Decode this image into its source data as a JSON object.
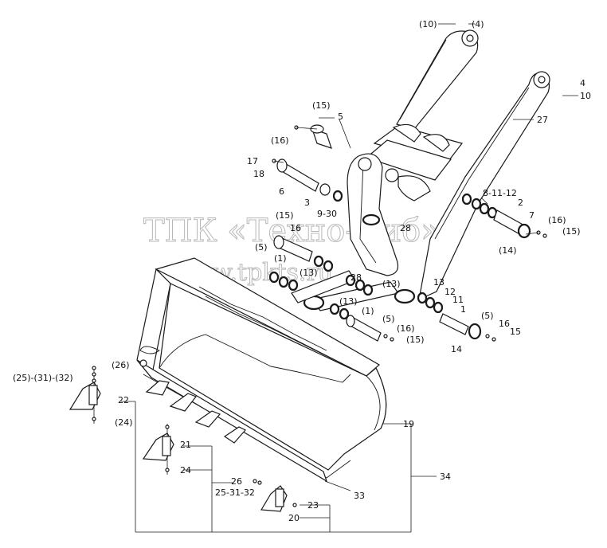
{
  "watermark": {
    "line1": "ТПК «Техно-Сиб»",
    "line2": "www.tpkts.ru"
  },
  "callouts": [
    {
      "id": "c1",
      "text": "(10)"
    },
    {
      "id": "c2",
      "text": "(4)"
    },
    {
      "id": "c3",
      "text": "4"
    },
    {
      "id": "c4",
      "text": "10"
    },
    {
      "id": "c5",
      "text": "27"
    },
    {
      "id": "c6",
      "text": "(15)"
    },
    {
      "id": "c7",
      "text": "5"
    },
    {
      "id": "c8",
      "text": "(16)"
    },
    {
      "id": "c9",
      "text": "17"
    },
    {
      "id": "c10",
      "text": "18"
    },
    {
      "id": "c11",
      "text": "6"
    },
    {
      "id": "c12",
      "text": "3"
    },
    {
      "id": "c13",
      "text": "9-30"
    },
    {
      "id": "c14",
      "text": "8-11-12"
    },
    {
      "id": "c15",
      "text": "2"
    },
    {
      "id": "c16",
      "text": "7"
    },
    {
      "id": "c17",
      "text": "(16)"
    },
    {
      "id": "c18",
      "text": "(15)"
    },
    {
      "id": "c19",
      "text": "(14)"
    },
    {
      "id": "c20",
      "text": "(15)"
    },
    {
      "id": "c21",
      "text": "16"
    },
    {
      "id": "c22",
      "text": "(5)"
    },
    {
      "id": "c23",
      "text": "(1)"
    },
    {
      "id": "c24",
      "text": "28"
    },
    {
      "id": "c25",
      "text": "(13)"
    },
    {
      "id": "c26",
      "text": "28"
    },
    {
      "id": "c27",
      "text": "(13)"
    },
    {
      "id": "c28",
      "text": "(13)"
    },
    {
      "id": "c29",
      "text": "13"
    },
    {
      "id": "c30",
      "text": "12"
    },
    {
      "id": "c31",
      "text": "11"
    },
    {
      "id": "c32",
      "text": "1"
    },
    {
      "id": "c33",
      "text": "(1)"
    },
    {
      "id": "c34",
      "text": "(5)"
    },
    {
      "id": "c35",
      "text": "(16)"
    },
    {
      "id": "c36",
      "text": "(15)"
    },
    {
      "id": "c37",
      "text": "(5)"
    },
    {
      "id": "c38",
      "text": "16"
    },
    {
      "id": "c39",
      "text": "15"
    },
    {
      "id": "c40",
      "text": "14"
    },
    {
      "id": "c41",
      "text": "(26)"
    },
    {
      "id": "c42",
      "text": "(25)-(31)-(32)"
    },
    {
      "id": "c43",
      "text": "22"
    },
    {
      "id": "c44",
      "text": "(24)"
    },
    {
      "id": "c45",
      "text": "19"
    },
    {
      "id": "c46",
      "text": "21"
    },
    {
      "id": "c47",
      "text": "24"
    },
    {
      "id": "c48",
      "text": "26"
    },
    {
      "id": "c49",
      "text": "25-31-32"
    },
    {
      "id": "c50",
      "text": "34"
    },
    {
      "id": "c51",
      "text": "33"
    },
    {
      "id": "c52",
      "text": "23"
    },
    {
      "id": "c53",
      "text": "20"
    }
  ]
}
